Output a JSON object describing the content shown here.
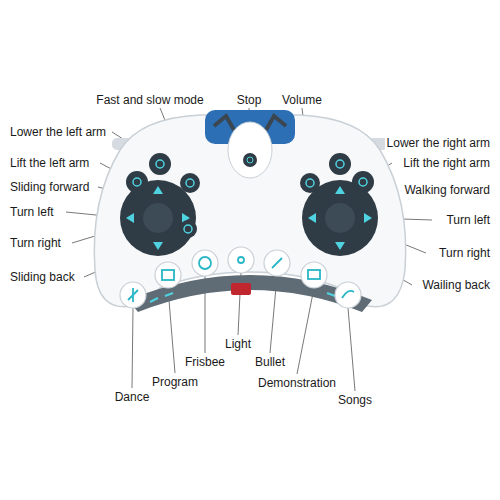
{
  "diagram": {
    "labels": [
      "Fast and slow mode",
      "Stop",
      "Volume",
      "Lower the left arm",
      "Lift the left arm",
      "Sliding forward",
      "Turn left",
      "Turn right",
      "Sliding back",
      "Lower the right arm",
      "Lift the right arm",
      "Walking forward",
      "Turn left",
      "Turn right",
      "Wailing back",
      "Dance",
      "Program",
      "Frisbee",
      "Light",
      "Bullet",
      "Demonstration",
      "Songs"
    ]
  }
}
